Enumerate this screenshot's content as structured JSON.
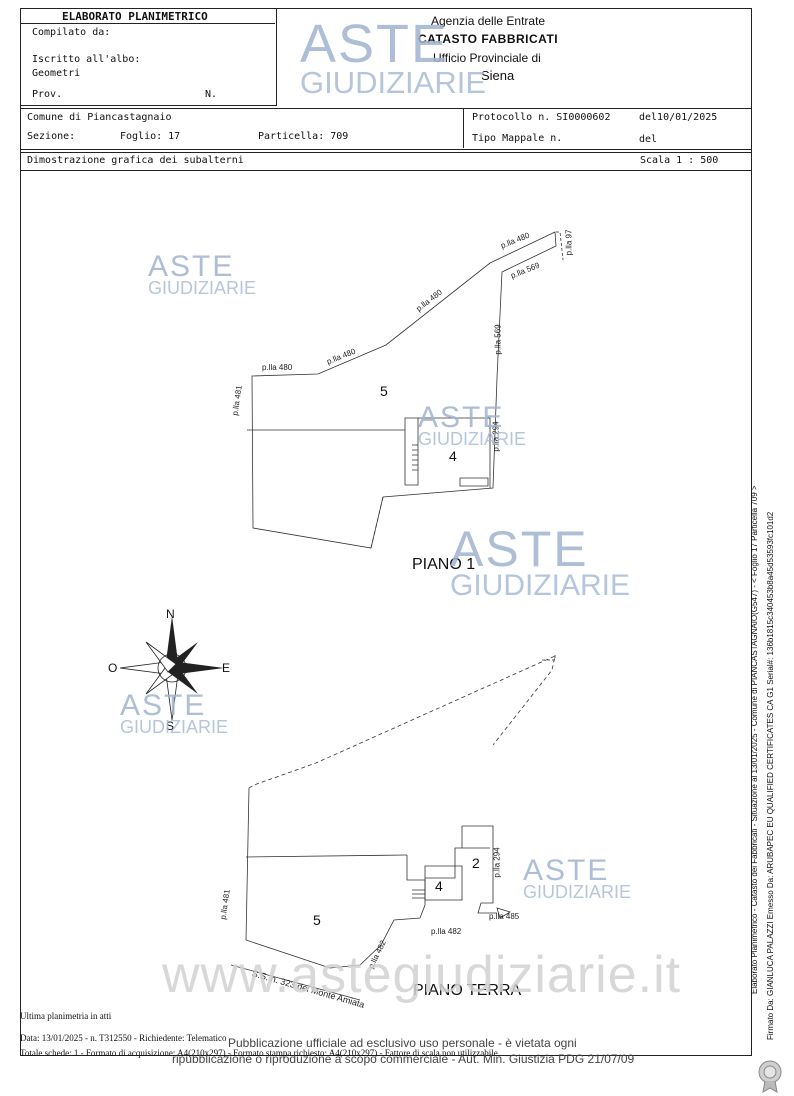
{
  "header": {
    "elaborato": "ELABORATO PLANIMETRICO",
    "compilato": "Compilato da:",
    "iscritto": "Iscritto all'albo:",
    "professione": "Geometri",
    "prov": "Prov.",
    "n": "N.",
    "agency_line1": "Agenzia delle Entrate",
    "agency_line2": "CATASTO FABBRICATI",
    "agency_line3": "Ufficio Provinciale di",
    "agency_city": "Siena",
    "comune": "Comune di Piancastagnaio",
    "sezione": "Sezione:",
    "foglio": "Foglio: 17",
    "particella": "Particella: 709",
    "protocollo": "Protocollo n. SI0000602",
    "del_date": "del10/01/2025",
    "tipo_mappale": "Tipo Mappale n.",
    "del": "del",
    "dimostrazione": "Dimostrazione grafica dei subalterni",
    "scala": "Scala 1 : 500"
  },
  "watermark": {
    "line1": "ASTE",
    "line2": "GIUDIZIARIE",
    "site": "www.astegiudiziarie.it"
  },
  "plan_labels": {
    "p480": "p.lla 480",
    "p481": "p.lla 481",
    "p97": "p.lla 97",
    "p569": "p.lla 569",
    "p294": "p.lla 294",
    "p482": "p.lla 482",
    "p485": "p.lla 485",
    "road": "S.S. n. 323 del Monte Amiata",
    "sub5": "5",
    "sub4": "4",
    "sub2": "2",
    "piano1": "PIANO 1",
    "pianoterra": "PIANO TERRA"
  },
  "compass": {
    "n": "N",
    "s": "S",
    "e": "E",
    "o": "O"
  },
  "footer": {
    "ultima": "Ultima planimetria in atti",
    "data": "Data: 13/01/2025 - n. T312550 - Richiedente: Telematico",
    "totale": "Totale schede: 1 - Formato di acquisizione: A4(210x297) - Formato stampa richiesto: A4(210x297) - Fattore di scala non utilizzabile",
    "pub1": "Pubblicazione ufficiale ad esclusivo uso personale - è vietata ogni",
    "pub2": "ripubblicazione o riproduzione a scopo commerciale - Aut. Min. Giustizia PDG 21/07/09"
  },
  "side": {
    "line1": "Elaborato Planimetrico - Catasto dei Fabbricati - Situazione al 13/01/2025 - Comune di PIANCASTAGNAIO(G547) - < Foglio 17 Particella 709 >",
    "line2": "Firmato Da: GIANLUCA PALAZZI Emesso Da: ARUBAPEC EU QUALIFIED CERTIFICATES CA G1 Serial#: 136b1815c340453b8a45d53593fc101d2"
  }
}
